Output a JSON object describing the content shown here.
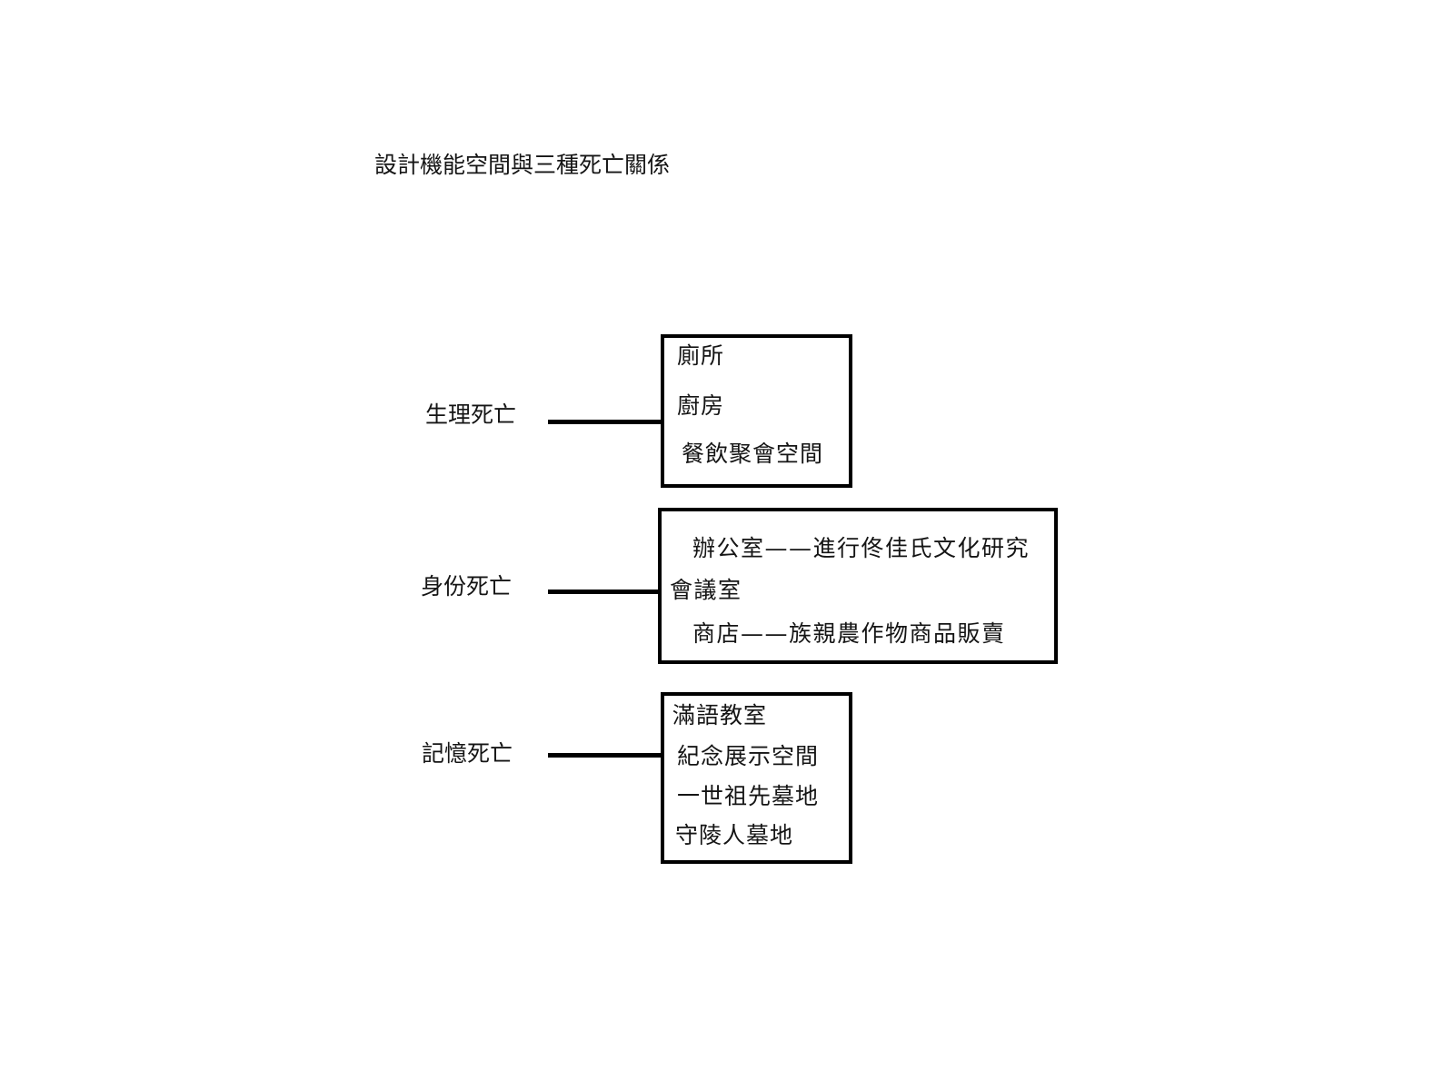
{
  "title": "設計機能空間與三種死亡關係",
  "diagram": {
    "groups": [
      {
        "label": "生理死亡",
        "box_items": [
          "廁所",
          "廚房",
          "餐飲聚會空間"
        ]
      },
      {
        "label": "身份死亡",
        "box_items": [
          "辦公室——進行佟佳氏文化研究",
          "會議室",
          "商店——族親農作物商品販賣"
        ]
      },
      {
        "label": "記憶死亡",
        "box_items": [
          "滿語教室",
          "紀念展示空間",
          "一世祖先墓地",
          "守陵人墓地"
        ]
      }
    ]
  },
  "colors": {
    "background": "#ffffff",
    "text": "#151515",
    "line": "#000000",
    "box_border": "#000000"
  }
}
